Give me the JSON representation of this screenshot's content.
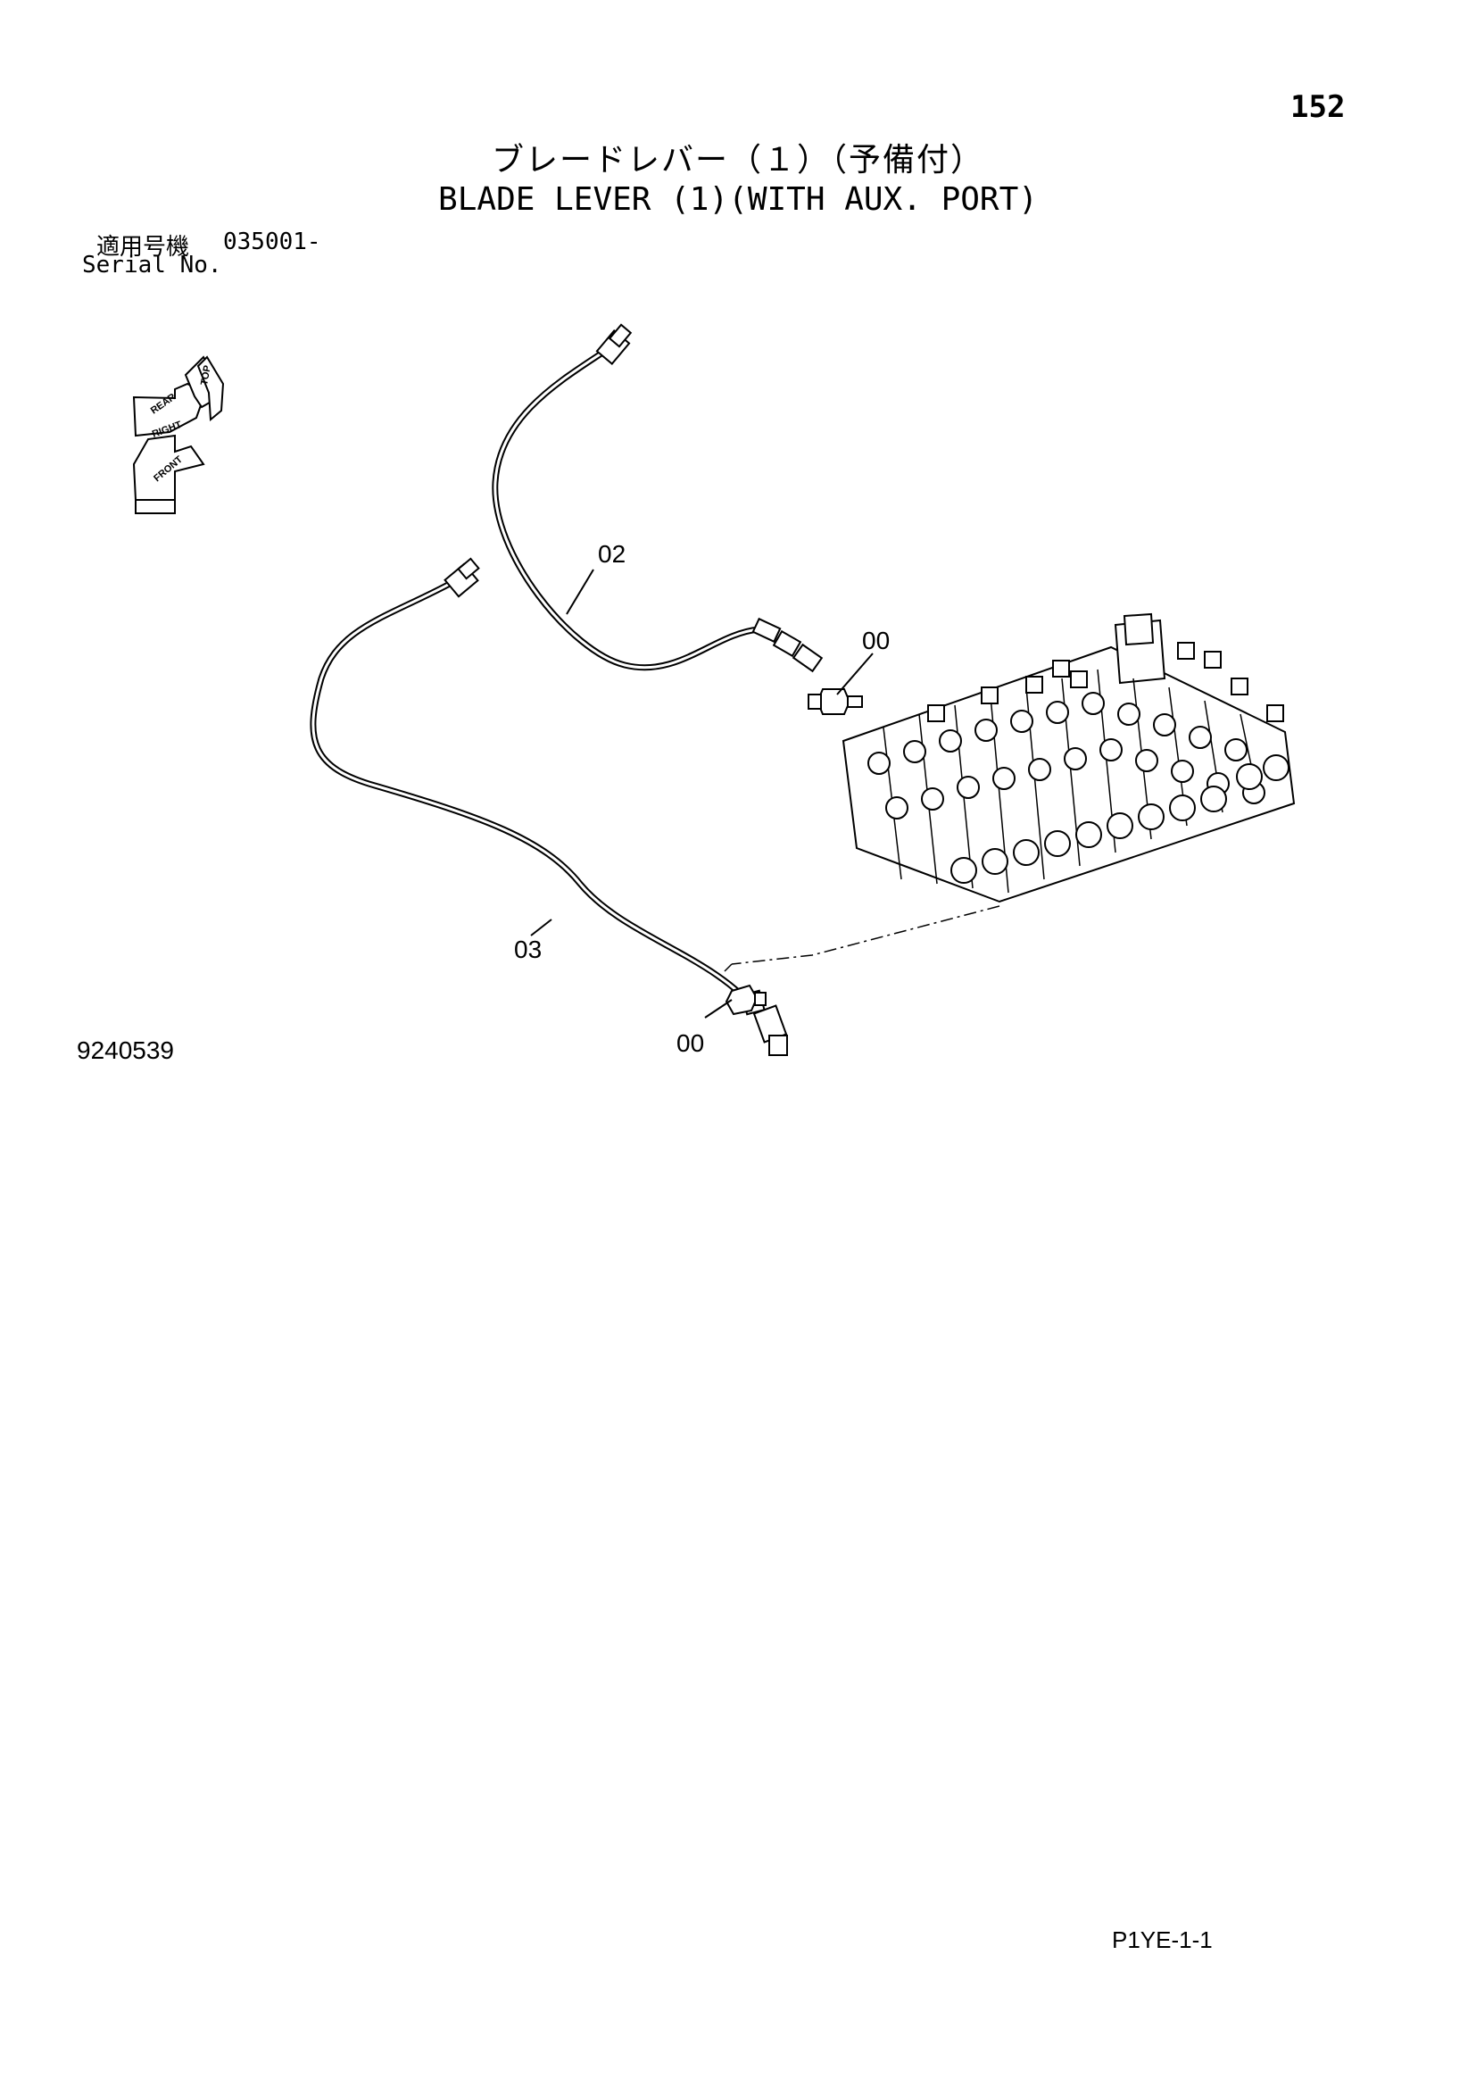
{
  "header": {
    "page_number": "152",
    "title_ja": "ブレードレバー（１）（予備付）",
    "title_en": "BLADE LEVER (1)(WITH AUX. PORT)",
    "serial_label_ja": "適用号機",
    "serial_value": "035001-",
    "serial_label_en": "Serial No."
  },
  "orientation_labels": [
    "TOP",
    "REAR",
    "RIGHT",
    "FRONT"
  ],
  "callouts": {
    "hose_upper": "02",
    "hose_lower": "03",
    "fitting_upper": "00",
    "fitting_lower": "00"
  },
  "footer": {
    "figure_number": "9240539",
    "page_code": "P1YE-1-1"
  }
}
